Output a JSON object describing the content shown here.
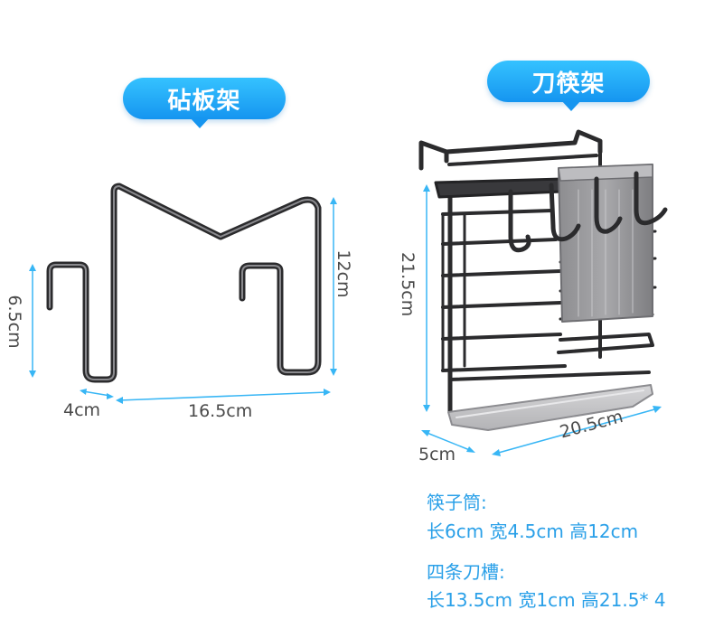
{
  "labels": {
    "cutting_board_rack": "砧板架",
    "knife_chopstick_rack": "刀筷架"
  },
  "dimensions": {
    "left_height": "6.5cm",
    "left_depth": "4cm",
    "left_width": "16.5cm",
    "left_tall": "12cm",
    "right_height": "21.5cm",
    "right_depth": "5cm",
    "right_width": "20.5cm"
  },
  "specs": {
    "chopstick_title": "筷子筒:",
    "chopstick_size": "长6cm 宽4.5cm 高12cm",
    "knife_title": "四条刀槽:",
    "knife_size": "长13.5cm 宽1cm 高21.5* 4"
  },
  "colors": {
    "accent": "#1aa2f5",
    "dimension_line": "#38b6f5",
    "wire": "#2b2b2d"
  }
}
